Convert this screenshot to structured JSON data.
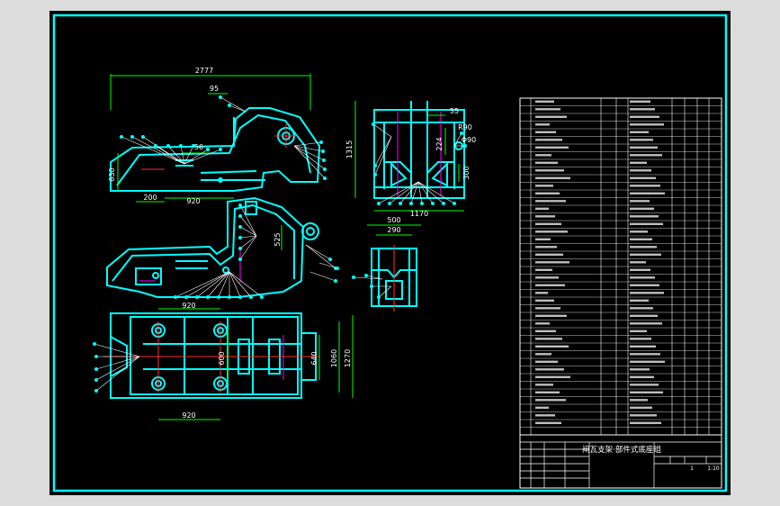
{
  "title_block": {
    "title": "闸瓦支架·部件式底座组",
    "scale": "1:10",
    "sheet": "1"
  },
  "dimensions": {
    "d2777": "2777",
    "d95": "95",
    "d56": "56",
    "d630": "630",
    "d200": "200",
    "d920a": "920",
    "d1315": "1315",
    "d55": "55",
    "dR90": "R90",
    "dphi90": "Φ90",
    "d224": "224",
    "d300": "300",
    "d1170": "1170",
    "d525": "525",
    "d500": "500",
    "d290": "290",
    "d920b": "920",
    "d600": "600",
    "d640": "640",
    "d1060": "1060",
    "d1270": "1270",
    "d920c": "920"
  },
  "colors": {
    "frame": "#00ffff",
    "part": "#00ffff",
    "dim": "#00ff00",
    "center": "#ff3030",
    "hidden": "#ff00ff",
    "leader": "#ffffff"
  },
  "bom_rows": 44
}
